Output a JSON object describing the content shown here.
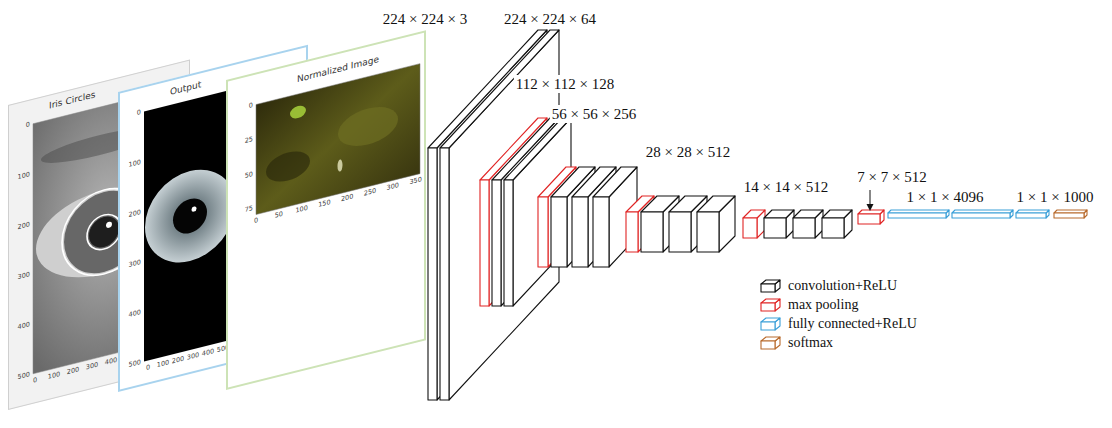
{
  "diagram": {
    "nodes": [
      {
        "text": [
          "Iris Circles"
        ]
      },
      {
        "text": [
          "Output"
        ]
      },
      {
        "text": [
          "Normalized Image"
        ]
      }
    ],
    "labels": [
      "224 × 224 × 3",
      "224 × 224 × 64",
      "112 × 112 × 128",
      "56 × 56 × 256",
      "28 × 28 × 512",
      "14 × 14 × 512",
      "7 × 7 × 512",
      "1 × 1 × 4096",
      "1 × 1 × 1000",
      "0",
      "100",
      "200",
      "300",
      "400",
      "500",
      "0",
      "100",
      "200",
      "300",
      "400",
      "0",
      "100",
      "200",
      "300",
      "400",
      "500",
      "0",
      "100",
      "200",
      "300",
      "400",
      "500",
      "0",
      "25",
      "50",
      "75",
      "0",
      "50",
      "100",
      "150",
      "200",
      "250",
      "300",
      "350"
    ],
    "legend": [
      {
        "text": "convolution+ReLU",
        "color": "#111111"
      },
      {
        "text": "max pooling",
        "color": "#e02424"
      },
      {
        "text": "fully connected+ReLU",
        "color": "#3a9fd8"
      },
      {
        "text": "softmax",
        "color": "#b86a2c"
      }
    ]
  }
}
